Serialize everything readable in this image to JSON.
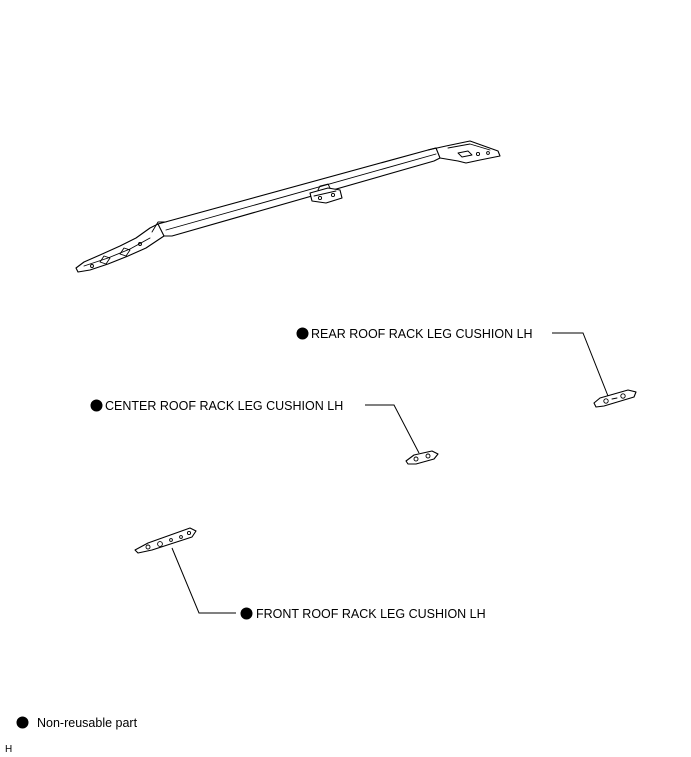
{
  "callouts": {
    "rear": {
      "label": "REAR ROOF RACK LEG CUSHION LH",
      "marker": "non-reusable-dot"
    },
    "center": {
      "label": "CENTER ROOF RACK LEG CUSHION LH",
      "marker": "non-reusable-dot"
    },
    "front": {
      "label": "FRONT ROOF RACK LEG CUSHION LH",
      "marker": "non-reusable-dot"
    }
  },
  "legend": {
    "non_reusable_label": "Non-reusable part",
    "marker": "non-reusable-dot"
  },
  "corner_code": "H",
  "colors": {
    "line": "#000000",
    "background": "#ffffff"
  }
}
